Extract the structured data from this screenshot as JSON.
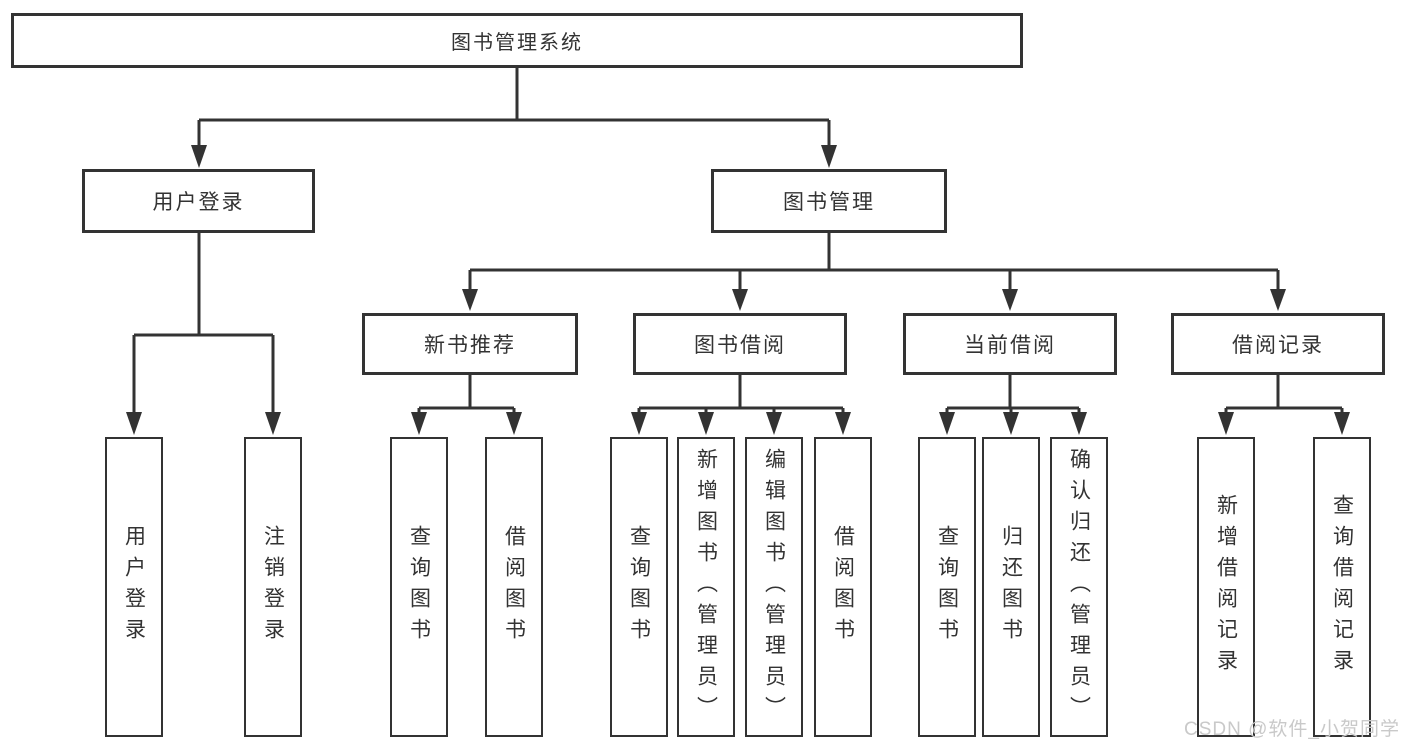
{
  "tree": {
    "label": "图书管理系统",
    "children": [
      {
        "label": "用户登录",
        "children": [
          {
            "label": "用户登录"
          },
          {
            "label": "注销登录"
          }
        ]
      },
      {
        "label": "图书管理",
        "children": [
          {
            "label": "新书推荐",
            "children": [
              {
                "label": "查询图书"
              },
              {
                "label": "借阅图书"
              }
            ]
          },
          {
            "label": "图书借阅",
            "children": [
              {
                "label": "查询图书"
              },
              {
                "label": "新增图书（管理员）"
              },
              {
                "label": "编辑图书（管理员）"
              },
              {
                "label": "借阅图书"
              }
            ]
          },
          {
            "label": "当前借阅",
            "children": [
              {
                "label": "查询图书"
              },
              {
                "label": "归还图书"
              },
              {
                "label": "确认归还（管理员）"
              }
            ]
          },
          {
            "label": "借阅记录",
            "children": [
              {
                "label": "新增借阅记录"
              },
              {
                "label": "查询借阅记录"
              }
            ]
          }
        ]
      }
    ]
  },
  "watermark": {
    "text": "CSDN @软件_小贺同学"
  },
  "colors": {
    "line": "#333333",
    "box_border": "#333333",
    "text": "#333333",
    "watermark": "#c9c9c9",
    "background": "#ffffff"
  }
}
